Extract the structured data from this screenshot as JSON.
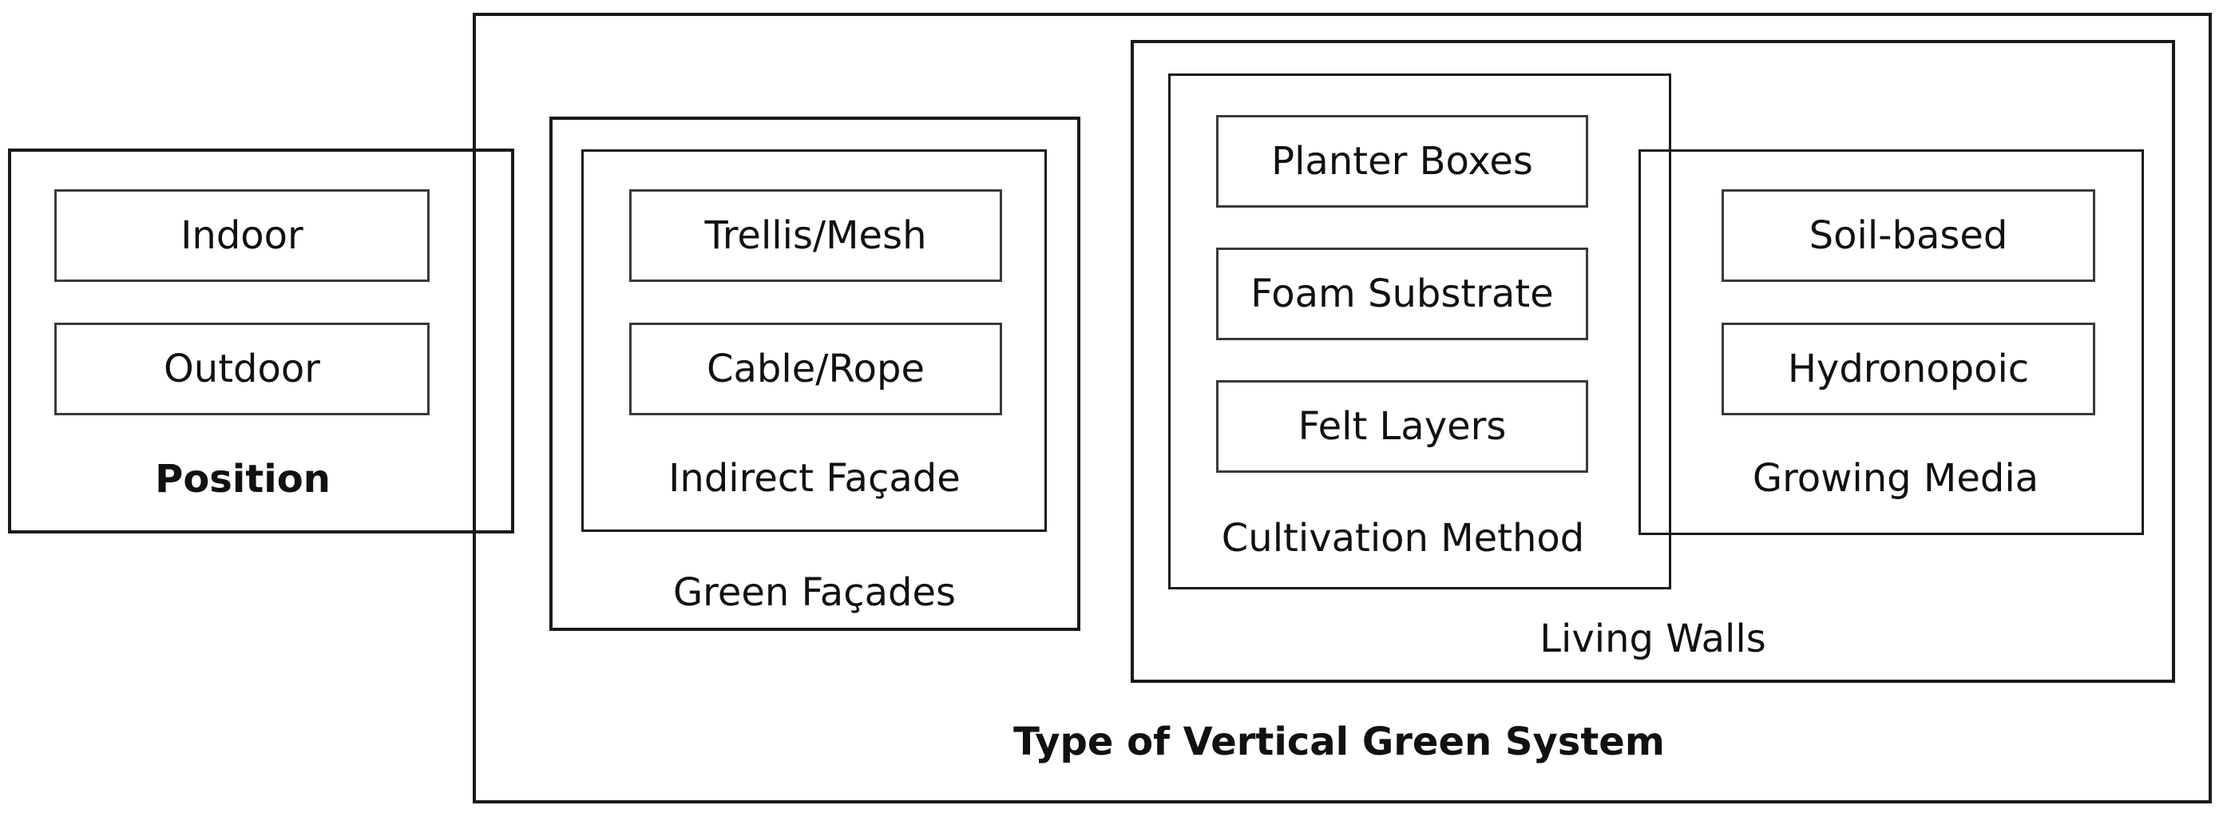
{
  "position": {
    "title": "Position",
    "items": [
      "Indoor",
      "Outdoor"
    ]
  },
  "system": {
    "title": "Type of Vertical Green System",
    "green_facades": {
      "title": "Green Façades",
      "indirect_facade": {
        "title": "Indirect Façade",
        "items": [
          "Trellis/Mesh",
          "Cable/Rope"
        ]
      }
    },
    "living_walls": {
      "title": "Living Walls",
      "cultivation_method": {
        "title": "Cultivation Method",
        "items": [
          "Planter Boxes",
          "Foam Substrate",
          "Felt Layers"
        ]
      },
      "growing_media": {
        "title": "Growing Media",
        "items": [
          "Soil-based",
          "Hydronopoic"
        ]
      }
    }
  }
}
